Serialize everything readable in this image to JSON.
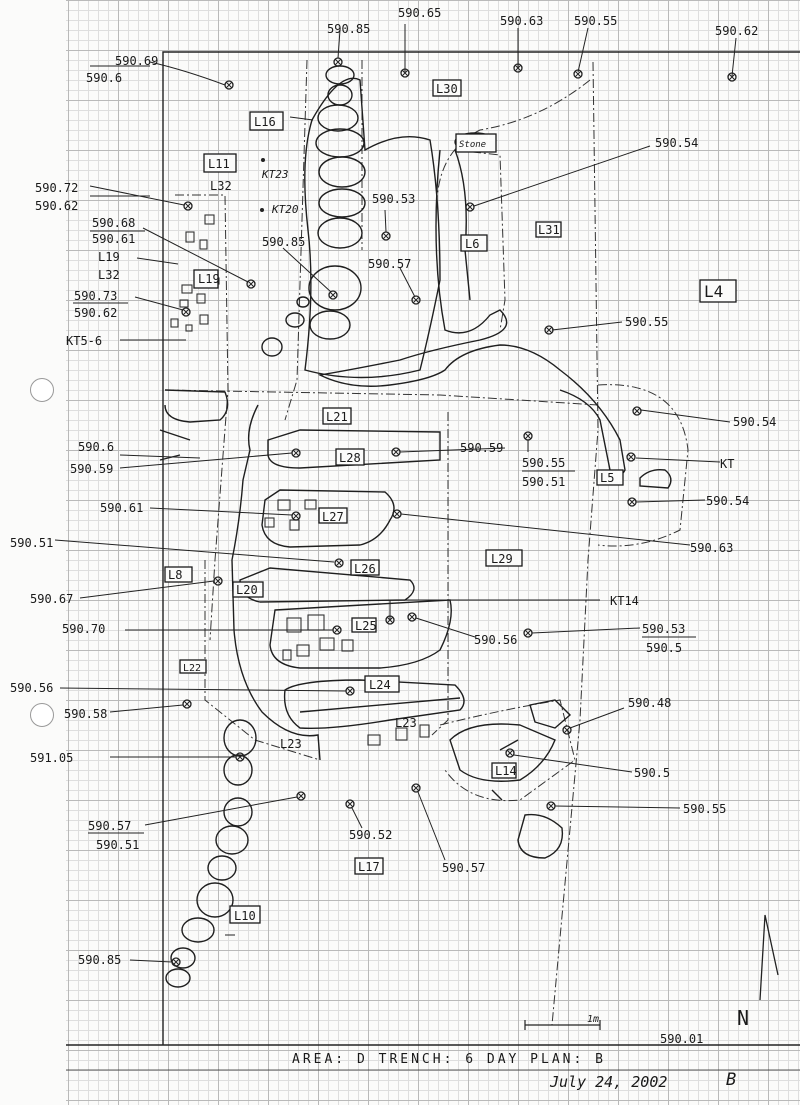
{
  "elevations": [
    {
      "id": "e1",
      "top": "590.69",
      "bottom": "590.6"
    },
    {
      "id": "e2",
      "top": "590.85"
    },
    {
      "id": "e3",
      "top": "590.65"
    },
    {
      "id": "e4",
      "top": "590.63"
    },
    {
      "id": "e5",
      "top": "590.55"
    },
    {
      "id": "e6",
      "top": "590.62"
    },
    {
      "id": "e7",
      "top": "590.72",
      "bottom": "590.62"
    },
    {
      "id": "e8",
      "top": "590.68",
      "bottom": "590.61"
    },
    {
      "id": "e9",
      "top": "590.73",
      "bottom": "590.62"
    },
    {
      "id": "e10",
      "top": "590.53"
    },
    {
      "id": "e11",
      "top": "590.85"
    },
    {
      "id": "e12",
      "top": "590.57"
    },
    {
      "id": "e13",
      "top": "590.54"
    },
    {
      "id": "e14",
      "top": "590.55"
    },
    {
      "id": "e15",
      "top": "590.54"
    },
    {
      "id": "e16",
      "top": "590.6"
    },
    {
      "id": "e17",
      "top": "590.59"
    },
    {
      "id": "e18",
      "top": "590.59"
    },
    {
      "id": "e19",
      "top": "590.55",
      "bottom": "590.51"
    },
    {
      "id": "e20",
      "top": "590.54"
    },
    {
      "id": "e21",
      "top": "590.61"
    },
    {
      "id": "e22",
      "top": "590.63"
    },
    {
      "id": "e23",
      "top": "590.51"
    },
    {
      "id": "e24",
      "top": "590.67"
    },
    {
      "id": "e25",
      "top": "590.70"
    },
    {
      "id": "e26",
      "top": "590.56"
    },
    {
      "id": "e27",
      "top": "590.53",
      "bottom": "590.5"
    },
    {
      "id": "e28",
      "top": "590.56"
    },
    {
      "id": "e29",
      "top": "590.58"
    },
    {
      "id": "e30",
      "top": "590.48"
    },
    {
      "id": "e31",
      "top": "591.05"
    },
    {
      "id": "e32",
      "top": "590.5"
    },
    {
      "id": "e33",
      "top": "590.57",
      "bottom": "590.51"
    },
    {
      "id": "e34",
      "top": "590.52"
    },
    {
      "id": "e35",
      "top": "590.55"
    },
    {
      "id": "e36",
      "top": "590.57"
    },
    {
      "id": "e37",
      "top": "590.85"
    },
    {
      "id": "e38",
      "top": "590.01"
    }
  ],
  "loci": {
    "L30": "L30",
    "L16": "L16",
    "L11": "L11",
    "L32": "L32",
    "L19": "L19",
    "L32b": "L32",
    "L19box": "L19",
    "L6": "L6",
    "L31": "L31",
    "L4": "L4",
    "L21": "L21",
    "L28": "L28",
    "L27": "L27",
    "L26": "L26",
    "L29": "L29",
    "L5": "L5",
    "L8": "L8",
    "L20": "L20",
    "L25": "L25",
    "L22": "L22",
    "L24": "L24",
    "L23a": "L23",
    "L23b": "L23",
    "L14": "L14",
    "L17": "L17",
    "L10": "L10"
  },
  "notes": {
    "kt23": "KT23",
    "kt20": "KT20",
    "kt56": "KT5-6",
    "kt": "KT",
    "kt14": "KT14",
    "stone": "Stone",
    "scale": "1m",
    "north": "N"
  },
  "footer": {
    "title": "AREA: D  TRENCH: 6      DAY PLAN: B",
    "date": "July 24, 2002",
    "sheet": "B"
  }
}
